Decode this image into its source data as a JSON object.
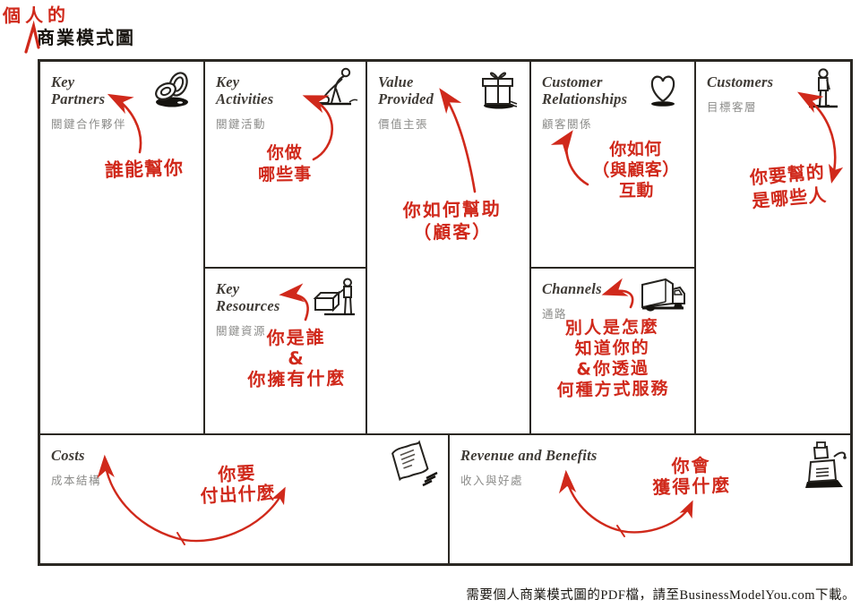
{
  "title": {
    "overline_red": "個人的",
    "main": "商業模式圖"
  },
  "footer": {
    "text": "需要個人商業模式圖的PDF檔，請至BusinessModelYou.com下載。"
  },
  "colors": {
    "accent_red": "#d0291b",
    "grid_line": "#2b2823",
    "subtitle_gray": "#8d8d8b",
    "heading": "#3f3b36"
  },
  "canvas": {
    "cells": [
      {
        "id": "key-partners",
        "en": [
          "Key",
          "Partners"
        ],
        "zh": "關鍵合作夥伴",
        "icon": "rings-icon",
        "notes": [
          "誰能幫你"
        ]
      },
      {
        "id": "key-activities",
        "en": [
          "Key",
          "Activities"
        ],
        "zh": "關鍵活動",
        "icon": "sweeper-icon",
        "notes": [
          "你做",
          "哪些事"
        ]
      },
      {
        "id": "value-provided",
        "en": [
          "Value",
          "Provided"
        ],
        "zh": "價值主張",
        "icon": "gift-icon",
        "notes": [
          "你如何幫助",
          "（顧客）"
        ]
      },
      {
        "id": "customer-relationships",
        "en": [
          "Customer",
          "Relationships"
        ],
        "zh": "顧客關係",
        "icon": "heart-icon",
        "notes": [
          "你如何",
          "（與顧客）",
          "互動"
        ]
      },
      {
        "id": "customers",
        "en": [
          "Customers"
        ],
        "zh": "目標客層",
        "icon": "standing-person-icon",
        "notes": [
          "你要幫的",
          "是哪些人"
        ]
      },
      {
        "id": "key-resources",
        "en": [
          "Key",
          "Resources"
        ],
        "zh": "關鍵資源",
        "icon": "worker-box-icon",
        "notes": [
          "你是誰",
          "&",
          "你擁有什麼"
        ]
      },
      {
        "id": "channels",
        "en": [
          "Channels"
        ],
        "zh": "通路",
        "icon": "truck-icon",
        "notes": [
          "別人是怎麼",
          "知道你的",
          "&你透過",
          "何種方式服務"
        ]
      },
      {
        "id": "costs",
        "en": [
          "Costs"
        ],
        "zh": "成本結構",
        "icon": "receipts-icon",
        "notes": [
          "你要",
          "付出什麼"
        ]
      },
      {
        "id": "revenue",
        "en": [
          "Revenue and Benefits"
        ],
        "zh": "收入與好處",
        "icon": "cash-register-icon",
        "notes": [
          "你會",
          "獲得什麼"
        ]
      }
    ]
  }
}
